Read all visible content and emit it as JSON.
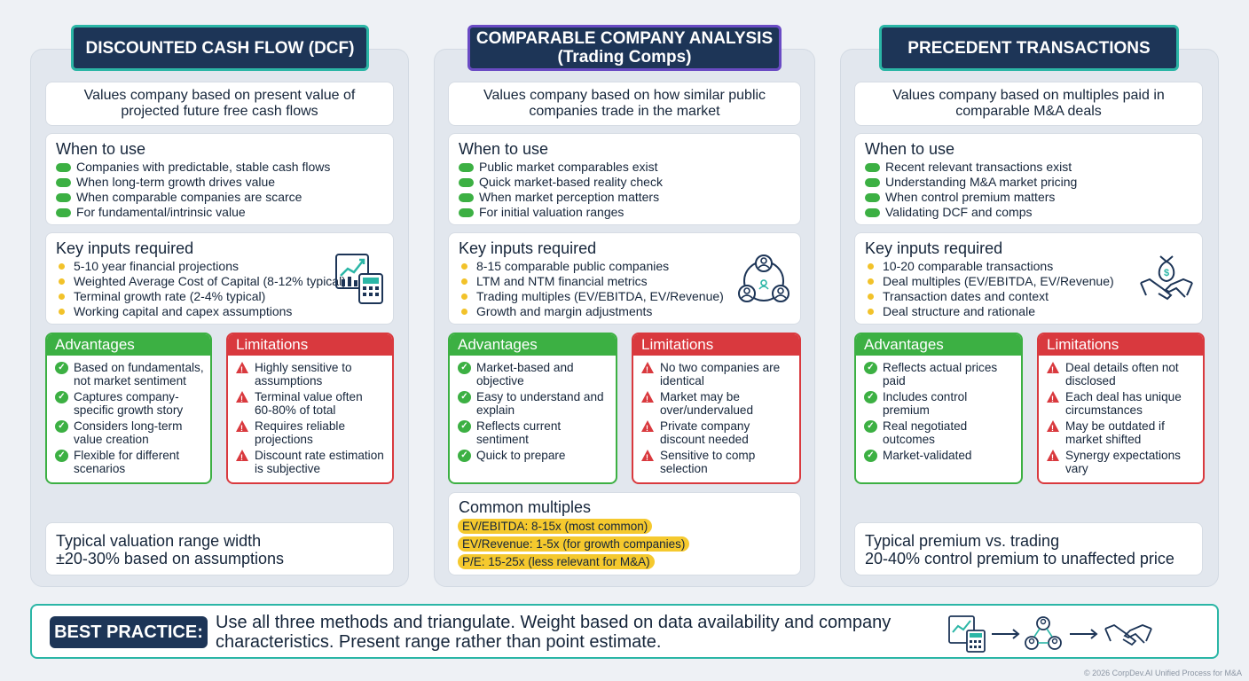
{
  "columns": [
    {
      "title_line1": "DISCOUNTED CASH FLOW (DCF)",
      "title_line2": "",
      "description": [
        "Values company based on present value of",
        "projected future free cash flows"
      ],
      "when_title": "When to use",
      "when_items": [
        "Companies with predictable, stable cash flows",
        "When long-term growth drives value",
        "When comparable companies are scarce",
        "For fundamental/intrinsic value"
      ],
      "inputs_title": "Key inputs required",
      "inputs_items": [
        "5-10 year financial projections",
        "Weighted Average Cost of Capital (8-12% typical)",
        "Terminal growth rate (2-4% typical)",
        "Working capital and capex assumptions"
      ],
      "inputs_icon": "chart-calculator-icon",
      "advantages_title": "Advantages",
      "advantages": [
        [
          "Based on fundamentals,",
          "not market sentiment"
        ],
        [
          "Captures company-",
          "specific growth story"
        ],
        [
          "Considers long-term",
          "value creation"
        ],
        [
          "Flexible for different",
          "scenarios"
        ]
      ],
      "limitations_title": "Limitations",
      "limitations": [
        [
          "Highly sensitive to",
          "assumptions"
        ],
        [
          "Terminal value often",
          "60-80% of total"
        ],
        [
          "Requires reliable",
          "projections"
        ],
        [
          "Discount rate estimation",
          "is subjective"
        ]
      ],
      "bottom": [
        "Typical valuation range width",
        "±20-30% based on assumptions"
      ]
    },
    {
      "title_line1": "COMPARABLE COMPANY ANALYSIS",
      "title_line2": "(Trading Comps)",
      "description": [
        "Values company based on how similar public",
        "companies trade in the market"
      ],
      "when_title": "When to use",
      "when_items": [
        "Public market comparables exist",
        "Quick market-based reality check",
        "When market perception matters",
        "For initial valuation ranges"
      ],
      "inputs_title": "Key inputs required",
      "inputs_items": [
        "8-15 comparable public companies",
        "LTM and NTM financial metrics",
        "Trading multiples (EV/EBITDA, EV/Revenue)",
        "Growth and margin adjustments"
      ],
      "inputs_icon": "people-network-icon",
      "advantages_title": "Advantages",
      "advantages": [
        [
          "Market-based and",
          "objective"
        ],
        [
          "Easy to understand and",
          "explain"
        ],
        [
          "Reflects current",
          "sentiment"
        ],
        [
          "Quick to prepare",
          ""
        ]
      ],
      "limitations_title": "Limitations",
      "limitations": [
        [
          "No two companies are",
          "identical"
        ],
        [
          "Market may be",
          "over/undervalued"
        ],
        [
          "Private company",
          "discount needed"
        ],
        [
          "Sensitive to comp",
          "selection"
        ]
      ],
      "multiples_title": "Common multiples",
      "multiples": [
        "EV/EBITDA: 8-15x (most common)",
        "EV/Revenue: 1-5x (for growth companies)",
        "P/E: 15-25x (less relevant for M&A)"
      ]
    },
    {
      "title_line1": "PRECEDENT TRANSACTIONS",
      "title_line2": "",
      "description": [
        "Values company based on multiples paid in",
        "comparable M&A deals"
      ],
      "when_title": "When to use",
      "when_items": [
        "Recent relevant transactions exist",
        "Understanding M&A market pricing",
        "When control premium matters",
        "Validating DCF and comps"
      ],
      "inputs_title": "Key inputs required",
      "inputs_items": [
        "10-20 comparable transactions",
        "Deal multiples (EV/EBITDA, EV/Revenue)",
        "Transaction dates and context",
        "Deal structure and rationale"
      ],
      "inputs_icon": "money-handshake-icon",
      "advantages_title": "Advantages",
      "advantages": [
        [
          "Reflects actual prices",
          "paid"
        ],
        [
          "Includes control",
          "premium"
        ],
        [
          "Real negotiated",
          "outcomes"
        ],
        [
          "Market-validated",
          ""
        ]
      ],
      "limitations_title": "Limitations",
      "limitations": [
        [
          "Deal details often not",
          "disclosed"
        ],
        [
          "Each deal has unique",
          "circumstances"
        ],
        [
          "May be outdated if",
          "market shifted"
        ],
        [
          "Synergy expectations",
          "vary"
        ]
      ],
      "bottom": [
        "Typical premium vs. trading",
        "20-40% control premium to unaffected price"
      ]
    }
  ],
  "best_practice": {
    "label": "BEST PRACTICE:",
    "text": "Use all three methods and triangulate. Weight based on data availability and company characteristics. Present range rather than point estimate.",
    "flow_icons": [
      "chart-calculator-icon",
      "arrow-right-icon",
      "people-network-icon",
      "arrow-right-icon",
      "handshake-icon"
    ]
  },
  "footer": "© 2026 CorpDev.AI Unified Process for M&A",
  "colors": {
    "navy": "#1d3557",
    "teal": "#2bb6a6",
    "purple": "#6a4bc4",
    "green": "#3cb043",
    "red": "#d9393e",
    "yellow": "#f5c92e"
  }
}
